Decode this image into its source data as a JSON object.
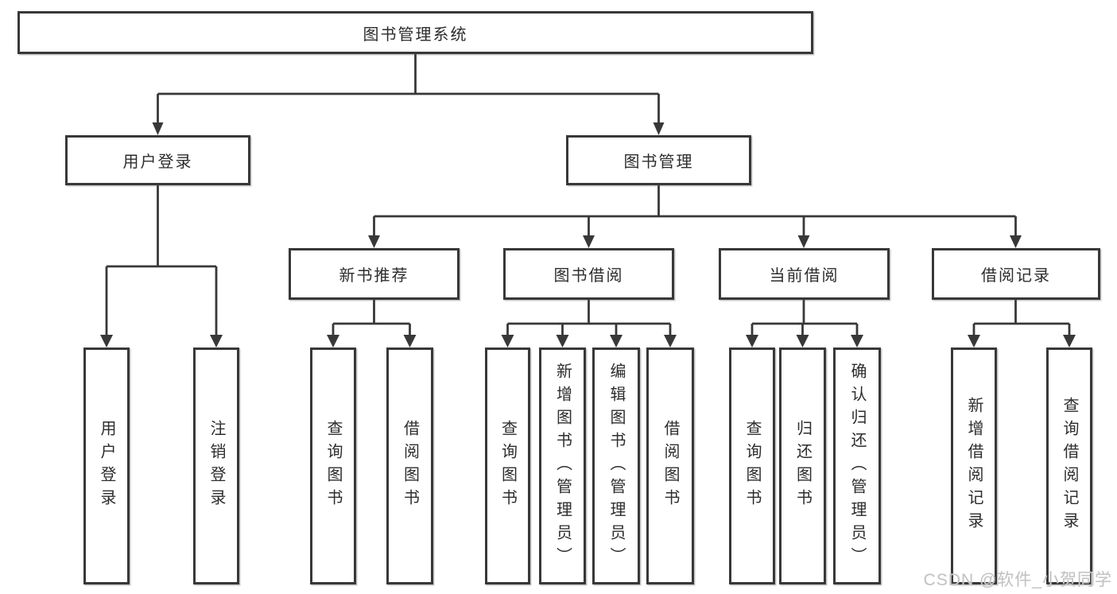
{
  "tree": {
    "label": "图书管理系统",
    "children": [
      {
        "label": "用户登录",
        "children": [
          {
            "label": "用户登录"
          },
          {
            "label": "注销登录"
          }
        ]
      },
      {
        "label": "图书管理",
        "children": [
          {
            "label": "新书推荐",
            "children": [
              {
                "label": "查询图书"
              },
              {
                "label": "借阅图书"
              }
            ]
          },
          {
            "label": "图书借阅",
            "children": [
              {
                "label": "查询图书"
              },
              {
                "label": "新增图书（管理员）"
              },
              {
                "label": "编辑图书（管理员）"
              },
              {
                "label": "借阅图书"
              }
            ]
          },
          {
            "label": "当前借阅",
            "children": [
              {
                "label": "查询图书"
              },
              {
                "label": "归还图书"
              },
              {
                "label": "确认归还（管理员）"
              }
            ]
          },
          {
            "label": "借阅记录",
            "children": [
              {
                "label": "新增借阅记录"
              },
              {
                "label": "查询借阅记录"
              }
            ]
          }
        ]
      }
    ]
  },
  "watermark": {
    "text": "CSDN @软件_小贺同学"
  },
  "colors": {
    "line": "#383838",
    "box_border": "#383838",
    "text": "#2d2d2d",
    "watermark_text": "#c3c3c3",
    "background": "#ffffff"
  }
}
